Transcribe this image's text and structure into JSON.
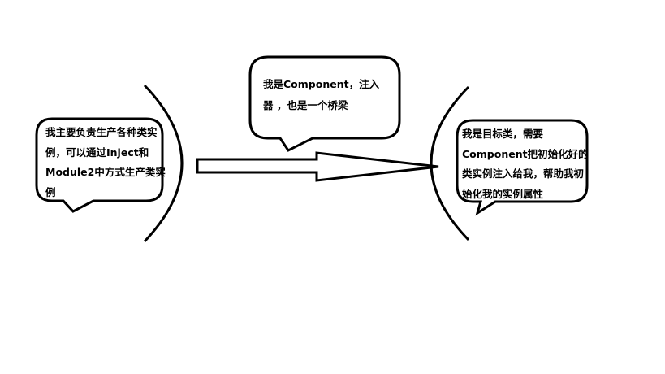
{
  "bubbles": {
    "producer": {
      "lines": [
        "我主要负责生产各种类实",
        "例，可以通过Inject和",
        "Module2中方式生产类实",
        "例"
      ]
    },
    "component": {
      "lines": [
        "我是Component，注入",
        "器 ，也是一个桥梁"
      ]
    },
    "target": {
      "lines": [
        "我是目标类，需要",
        "Component把初始化好的",
        "类实例注入给我，帮助我初",
        "始化我的实例属性"
      ]
    }
  },
  "colors": {
    "stroke": "#000000",
    "background": "#ffffff"
  }
}
